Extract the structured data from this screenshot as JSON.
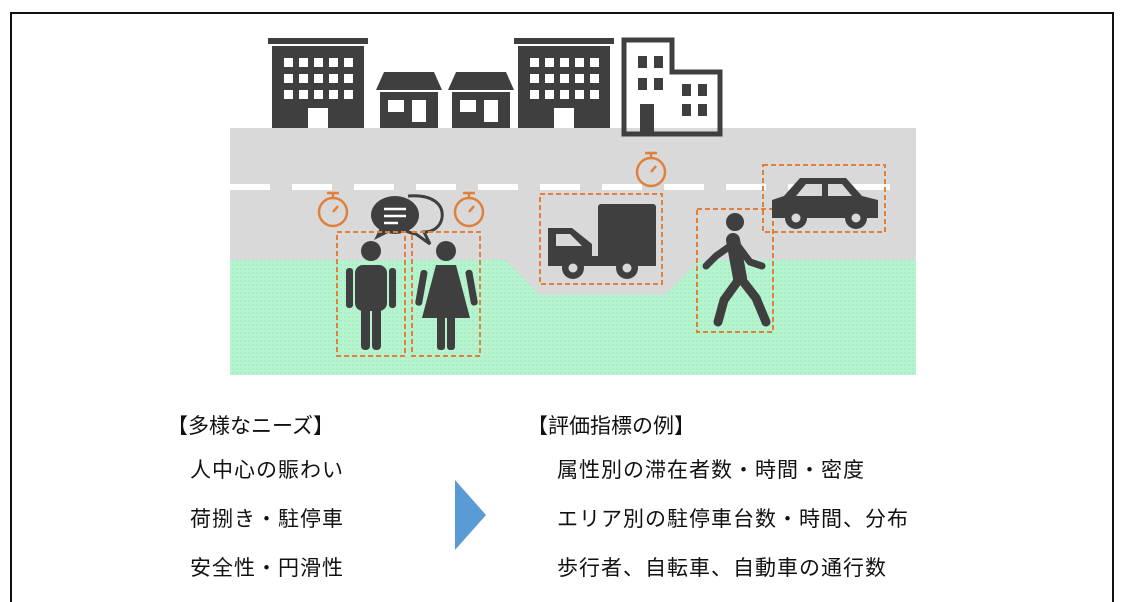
{
  "needs": {
    "heading": "【多様なニーズ】",
    "items": [
      "人中心の賑わい",
      "荷捌き・駐停車",
      "安全性・円滑性"
    ]
  },
  "metrics": {
    "heading": "【評価指標の例】",
    "items": [
      "属性別の滞在者数・時間・密度",
      "エリア別の駐停車台数・時間、分布",
      "歩行者、自転車、自動車の通行数"
    ]
  },
  "colors": {
    "road": "#d9d9d9",
    "sidewalk": "#b6f3cf",
    "icon": "#3f3f3f",
    "detection_box": "#e0803c",
    "arrow": "#5b9bd5"
  },
  "icons": [
    "office-building-icon",
    "shop-icon",
    "stopwatch-icon",
    "chat-bubble-icon",
    "man-icon",
    "woman-icon",
    "truck-icon",
    "walking-person-icon",
    "car-icon",
    "arrow-right-icon"
  ]
}
